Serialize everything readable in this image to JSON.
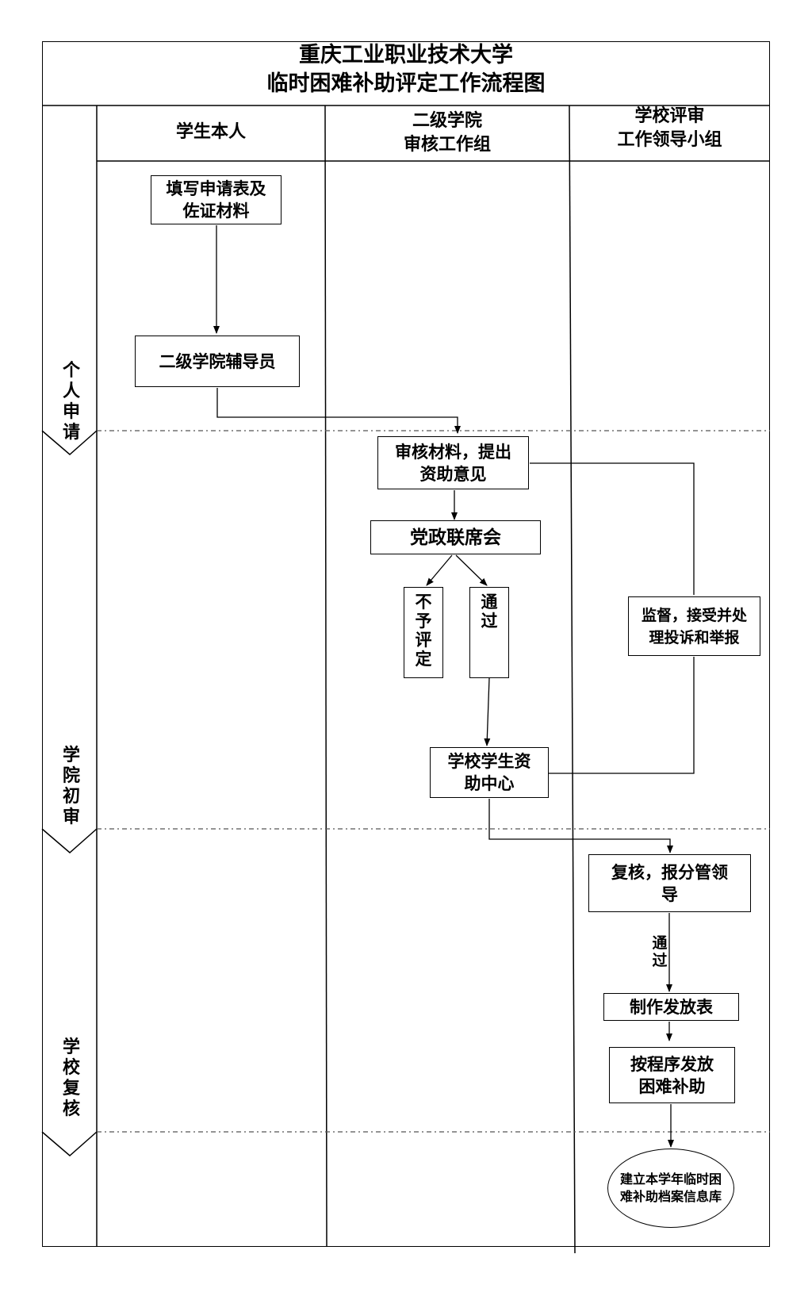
{
  "title": {
    "line1": "重庆工业职业技术大学",
    "line2": "临时困难补助评定工作流程图"
  },
  "columns": {
    "student": "学生本人",
    "college_line1": "二级学院",
    "college_line2": "审核工作组",
    "school_line1": "学校评审",
    "school_line2": "工作领导小组"
  },
  "stages": {
    "stage1": [
      "个",
      "人",
      "申",
      "请"
    ],
    "stage2": [
      "学",
      "院",
      "初",
      "审"
    ],
    "stage3": [
      "学",
      "校",
      "复",
      "核"
    ]
  },
  "nodes": {
    "fill_form": [
      "填写申请表及",
      "佐证材料"
    ],
    "counselor": "二级学院辅导员",
    "review_materials": [
      "审核材料，提出",
      "资助意见"
    ],
    "joint_meeting": "党政联席会",
    "not_approved": [
      "不",
      "予",
      "评",
      "定"
    ],
    "approved": [
      "通",
      "过"
    ],
    "aid_center": [
      "学校学生资",
      "助中心"
    ],
    "supervise": [
      "监督，接受并处",
      "理投诉和举报"
    ],
    "recheck": [
      "复核，报分管领",
      "导"
    ],
    "pass_label": [
      "通",
      "过"
    ],
    "make_table": "制作发放表",
    "distribute": [
      "按程序发放",
      "困难补助"
    ],
    "archive": [
      "建立本学年临时困",
      "难补助档案信息库"
    ]
  }
}
